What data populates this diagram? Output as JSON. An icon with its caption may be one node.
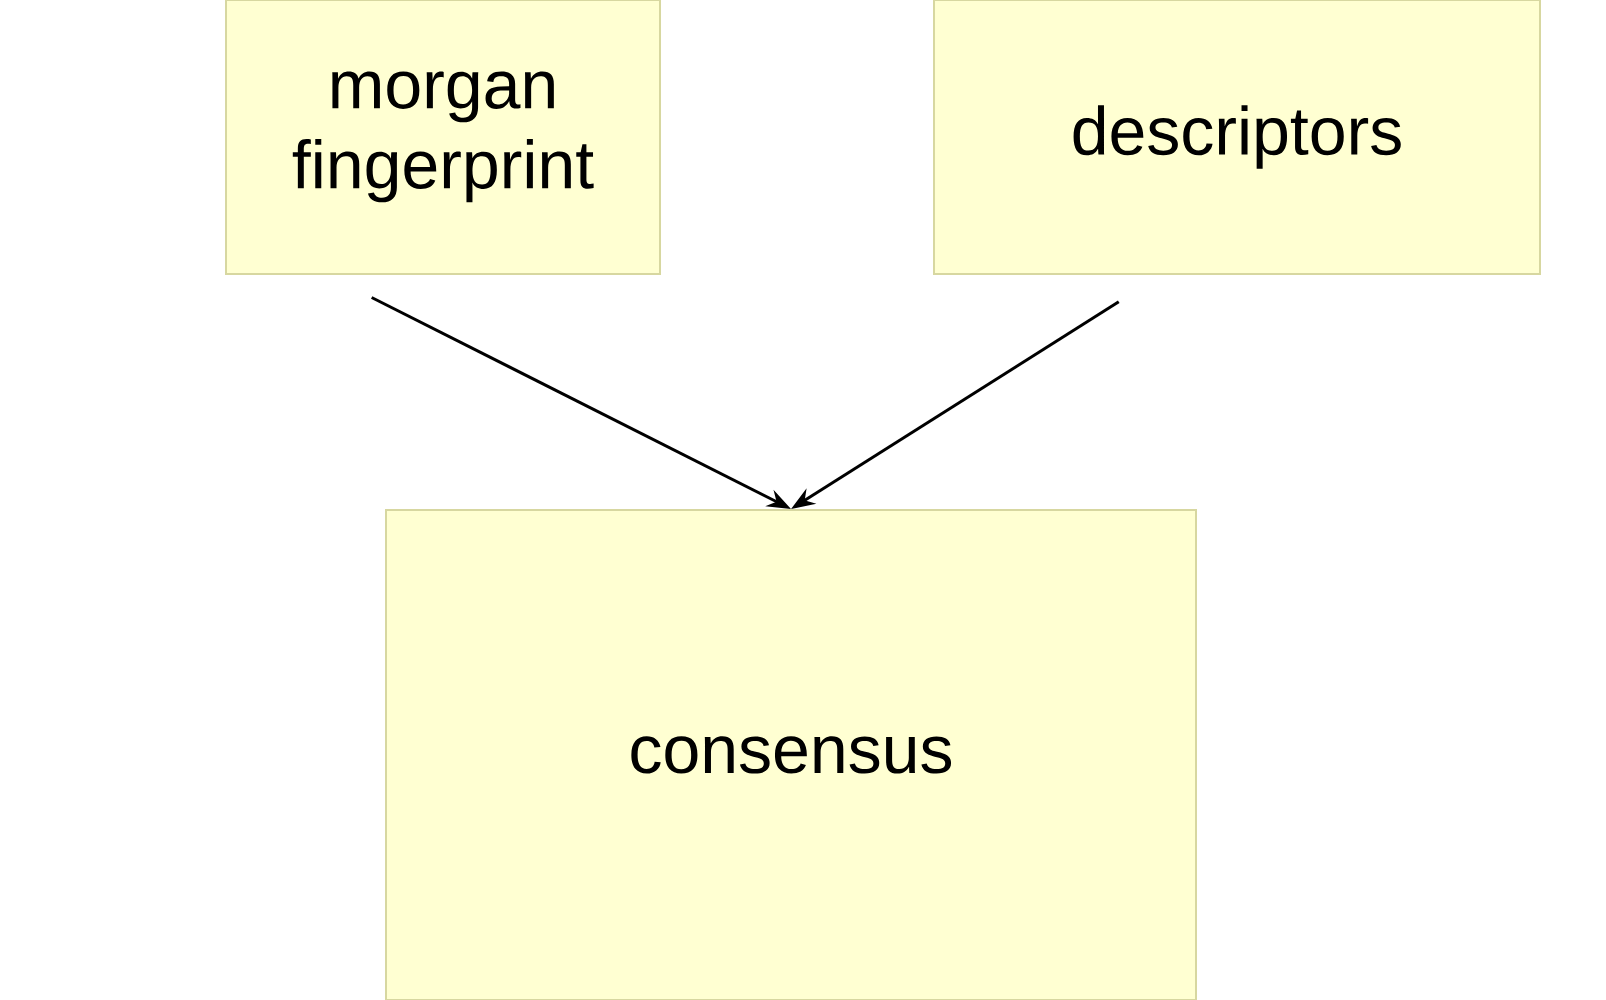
{
  "diagram": {
    "nodes": [
      {
        "text": [
          "morgan fingerprint"
        ]
      },
      {
        "text": [
          "descriptors"
        ]
      },
      {
        "text": [
          "consensus"
        ]
      }
    ],
    "edges": [
      {
        "from": 0,
        "to": 2,
        "arrow": "to"
      },
      {
        "from": 1,
        "to": 2,
        "arrow": "to"
      }
    ]
  }
}
